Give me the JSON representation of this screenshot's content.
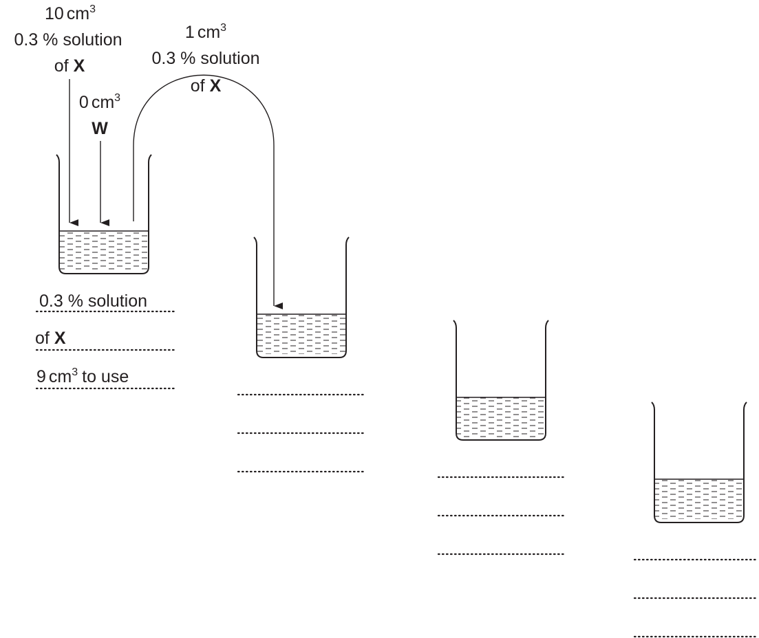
{
  "labels": {
    "stock_volume_num": "10",
    "stock_volume_unit": "cm",
    "cubed": "3",
    "stock_solution": "0.3 % solution",
    "stock_of": "of",
    "substance_x": "X",
    "water_volume_num": "0",
    "water_volume_unit": "cm",
    "water_w": "W",
    "transfer_volume_num": "1",
    "transfer_volume_unit": "cm",
    "transfer_solution": "0.3 % solution",
    "transfer_of": "of",
    "beaker1_line1": "0.3 % solution",
    "beaker1_line2_of": "of",
    "beaker1_line3_num": "9",
    "beaker1_line3_unit": "cm",
    "beaker1_line3_suffix": "to use"
  },
  "colors": {
    "ink": "#231f20",
    "background": "#ffffff"
  }
}
